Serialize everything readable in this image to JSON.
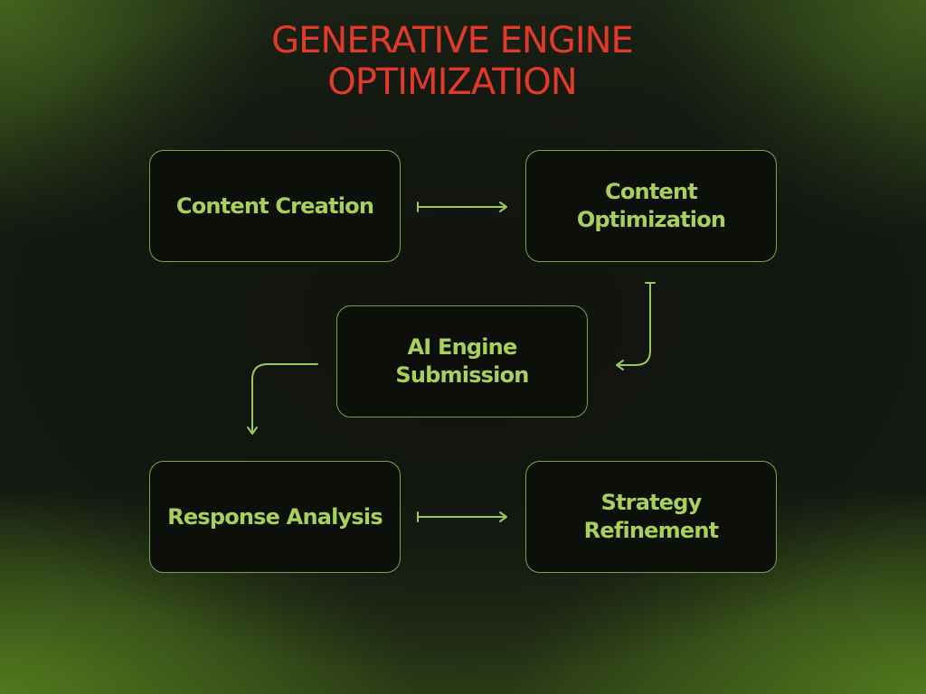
{
  "title": {
    "line1": "GENERATIVE ENGINE",
    "line2": "OPTIMIZATION"
  },
  "steps": [
    {
      "line1": "Content Creation",
      "line2": ""
    },
    {
      "line1": "Content",
      "line2": "Optimization"
    },
    {
      "line1": "AI Engine",
      "line2": "Submission"
    },
    {
      "line1": "Response Analysis",
      "line2": ""
    },
    {
      "line1": "Strategy",
      "line2": "Refinement"
    }
  ],
  "colors": {
    "title": "#e23a2a",
    "step_text": "#a8d05a",
    "box_border": "#7ea04a",
    "arrow": "#9cc85a"
  }
}
